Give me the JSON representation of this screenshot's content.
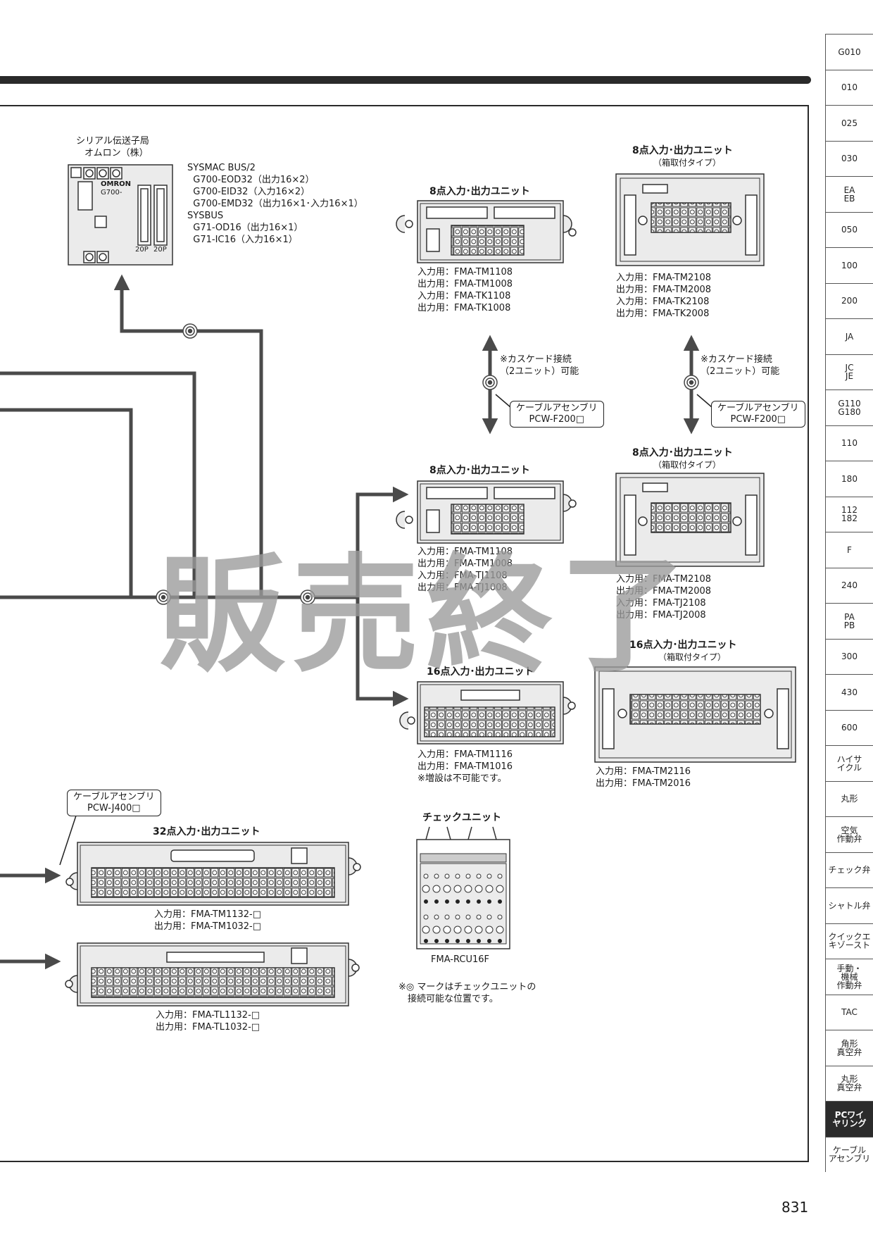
{
  "page_number": "831",
  "tabs": [
    "G010",
    "010",
    "025",
    "030",
    "EA\nEB",
    "050",
    "100",
    "200",
    "JA",
    "JC\nJE",
    "G110\nG180",
    "110",
    "180",
    "112\n182",
    "F",
    "240",
    "PA\nPB",
    "300",
    "430",
    "600",
    "ハイサ\nイクル",
    "丸形",
    "空気\n作動弁",
    "チェック弁",
    "シャトル弁",
    "クイックエ\nキゾースト",
    "手動・\n機械\n作動弁",
    "TAC",
    "角形\n真空弁",
    "丸形\n真空弁",
    "PCワイ\nヤリング",
    "ケーブル\nアセンブリ"
  ],
  "active_tab_index": 30,
  "serial": {
    "title1": "シリアル伝送子局",
    "title2": "オムロン（株）",
    "brand": "OMRON",
    "model": "G700-",
    "conn1": "20P",
    "conn2": "20P",
    "models": "SYSMAC BUS/2\n  G700-EOD32（出力16×2）\n  G700-EID32（入力16×2）\n  G700-EMD32（出力16×1･入力16×1）\nSYSBUS\n  G71-OD16（出力16×1）\n  G71-IC16（入力16×1）"
  },
  "unit_8_a": {
    "title": "8点入力･出力ユニット",
    "models": "入力用：FMA-TM1108\n出力用：FMA-TM1008\n入力用：FMA-TK1108\n出力用：FMA-TK1008"
  },
  "unit_8_box_a": {
    "title": "8点入力･出力ユニット",
    "subtitle": "（箱取付タイプ）",
    "models": "入力用：FMA-TM2108\n出力用：FMA-TM2008\n入力用：FMA-TK2108\n出力用：FMA-TK2008"
  },
  "cascade_a": {
    "note": "※カスケード接続\n（2ユニット）可能",
    "cable": "ケーブルアセンブリ\nPCW-F200□"
  },
  "cascade_b": {
    "note": "※カスケード接続\n（2ユニット）可能",
    "cable": "ケーブルアセンブリ\nPCW-F200□"
  },
  "unit_8_b": {
    "title": "8点入力･出力ユニット",
    "models": "入力用：FMA-TM1108\n出力用：FMA-TM1008\n入力用：FMA-TJ1108\n出力用：FMA-TJ1008"
  },
  "unit_8_box_b": {
    "title": "8点入力･出力ユニット",
    "subtitle": "（箱取付タイプ）",
    "models": "入力用：FMA-TM2108\n出力用：FMA-TM2008\n入力用：FMA-TJ2108\n出力用：FMA-TJ2008"
  },
  "unit_16": {
    "title": "16点入力･出力ユニット",
    "models": "入力用：FMA-TM1116\n出力用：FMA-TM1016\n※増設は不可能です。"
  },
  "unit_16_box": {
    "title": "16点入力･出力ユニット",
    "subtitle": "（箱取付タイプ）",
    "models": "入力用：FMA-TM2116\n出力用：FMA-TM2016"
  },
  "cable_j400": "ケーブルアセンブリ\nPCW-J400□",
  "unit_32": {
    "title": "32点入力･出力ユニット",
    "models_a": "入力用：FMA-TM1132-□\n出力用：FMA-TM1032-□",
    "models_b": "入力用：FMA-TL1132-□\n出力用：FMA-TL1032-□"
  },
  "check_unit": {
    "title": "チェックユニット",
    "model": "FMA-RCU16F"
  },
  "check_note": "※◎ マークはチェックユニットの\n　接続可能な位置です。",
  "watermark": "販売終了",
  "colors": {
    "line": "#4a4a4a",
    "device_fill": "#ebebeb",
    "active_tab": "#2b2b2b",
    "watermark": "#9b9b9b"
  }
}
